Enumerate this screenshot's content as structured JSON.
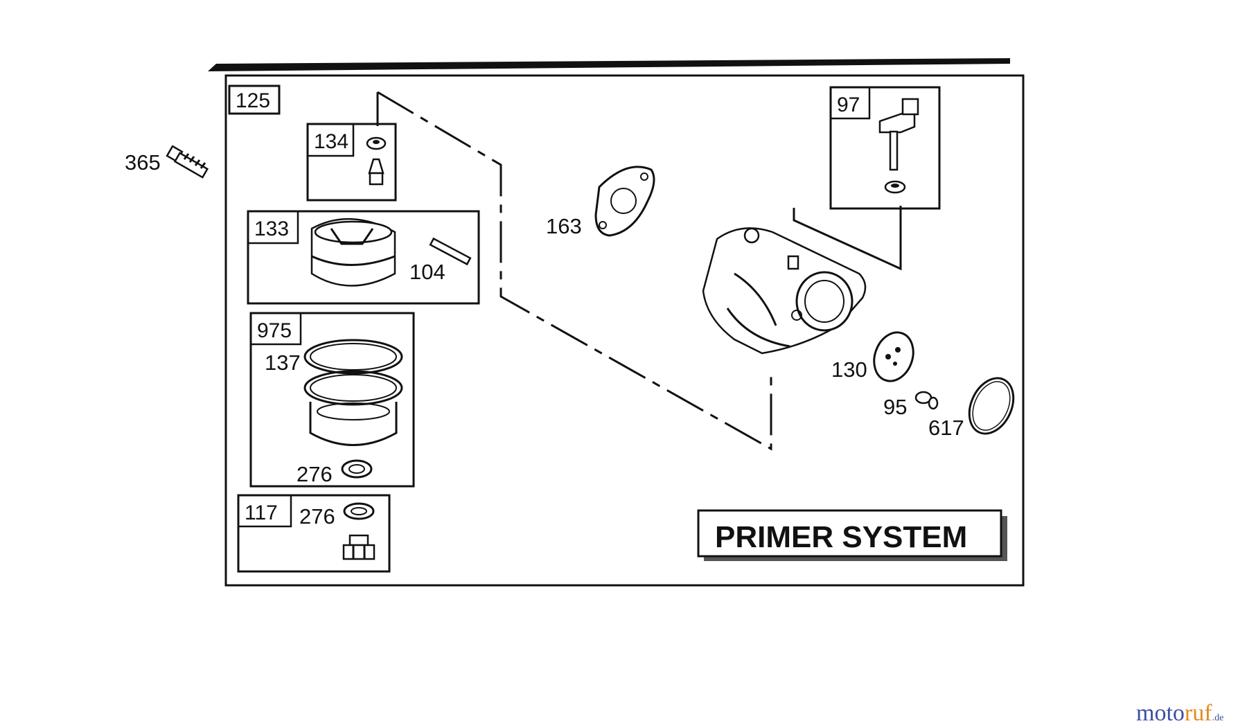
{
  "diagram": {
    "title": "PRIMER SYSTEM",
    "callouts": {
      "p365": "365",
      "p125": "125",
      "p134": "134",
      "p133": "133",
      "p104": "104",
      "p975": "975",
      "p137": "137",
      "p276a": "276",
      "p117": "117",
      "p276b": "276",
      "p163": "163",
      "p97": "97",
      "p130": "130",
      "p95": "95",
      "p617": "617"
    }
  },
  "watermark": {
    "brand_a": "moto",
    "brand_b": "ruf",
    "tld": ".de",
    "color_a": "#3a4fa0",
    "color_b": "#e08a1e"
  }
}
